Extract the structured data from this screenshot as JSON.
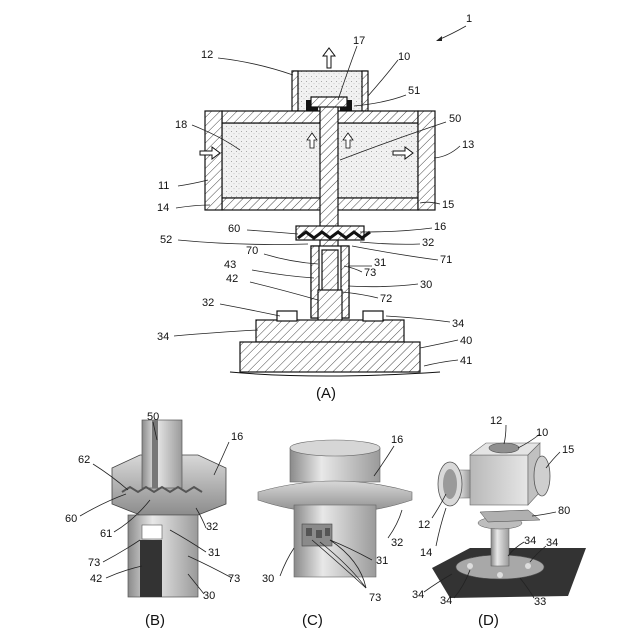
{
  "figure_number": "1",
  "captions": {
    "a": "(A)",
    "b": "(B)",
    "c": "(C)",
    "d": "(D)"
  },
  "panel_a_labels": {
    "l12": "12",
    "l17": "17",
    "l10": "10",
    "l51": "51",
    "l18": "18",
    "l50": "50",
    "l13": "13",
    "l11": "11",
    "l14": "14",
    "l15": "15",
    "l60": "60",
    "l16": "16",
    "l52": "52",
    "l32": "32",
    "l70": "70",
    "l71": "71",
    "l43": "43",
    "l31": "31",
    "l73": "73",
    "l42": "42",
    "l30": "30",
    "l72": "72",
    "l32b": "32",
    "l34a": "34",
    "l34b": "34",
    "l40": "40",
    "l41": "41"
  },
  "panel_b_labels": {
    "l50": "50",
    "l16": "16",
    "l62": "62",
    "l60": "60",
    "l61": "61",
    "l32": "32",
    "l31": "31",
    "l73a": "73",
    "l73b": "73",
    "l42": "42",
    "l30": "30"
  },
  "panel_c_labels": {
    "l16": "16",
    "l32": "32",
    "l31": "31",
    "l30": "30",
    "l73": "73"
  },
  "panel_d_labels": {
    "l12a": "12",
    "l10": "10",
    "l15": "15",
    "l12b": "12",
    "l14": "14",
    "l80": "80",
    "l34a": "34",
    "l34b": "34",
    "l34c": "34",
    "l34d": "34",
    "l33": "33"
  }
}
